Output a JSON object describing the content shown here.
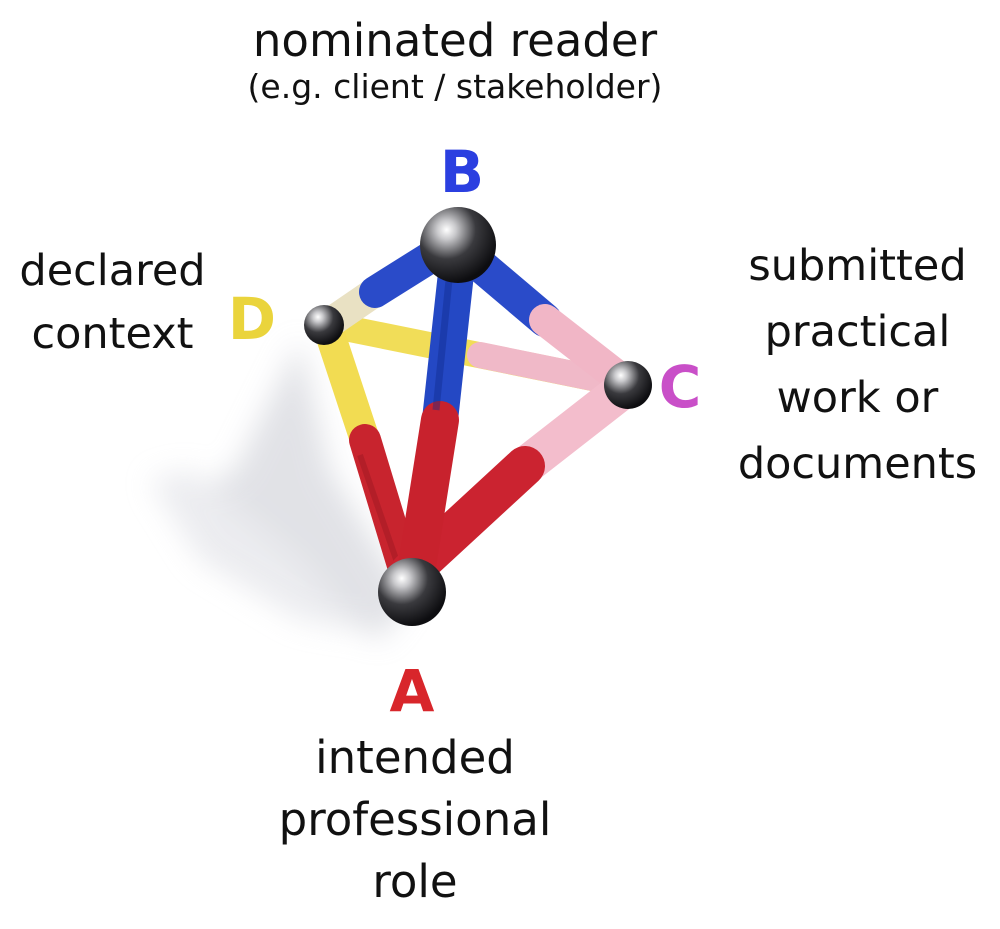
{
  "colors": {
    "A": "#d8262b",
    "B": "#2b3fe0",
    "C": "#c94fc8",
    "D": "#ead43c",
    "label_text": "#111111",
    "rod_red": "#c8242e",
    "rod_blue": "#2a4bc9",
    "rod_pink": "#f1b6c6",
    "rod_yellow": "#f2dc52",
    "rod_cream": "#e9e1c3",
    "ball": "#2a2a2c"
  },
  "vertices": {
    "A": {
      "letter": "A",
      "label_lines": [
        "intended",
        "professional",
        "role"
      ]
    },
    "B": {
      "letter": "B",
      "label_lines": [
        "nominated reader",
        "(e.g. client / stakeholder)"
      ]
    },
    "C": {
      "letter": "C",
      "label_lines": [
        "submitted",
        "practical",
        "work or",
        "documents"
      ]
    },
    "D": {
      "letter": "D",
      "label_lines": [
        "declared",
        "context"
      ]
    }
  },
  "icons": [
    "magnetic-tetrahedron-model"
  ]
}
